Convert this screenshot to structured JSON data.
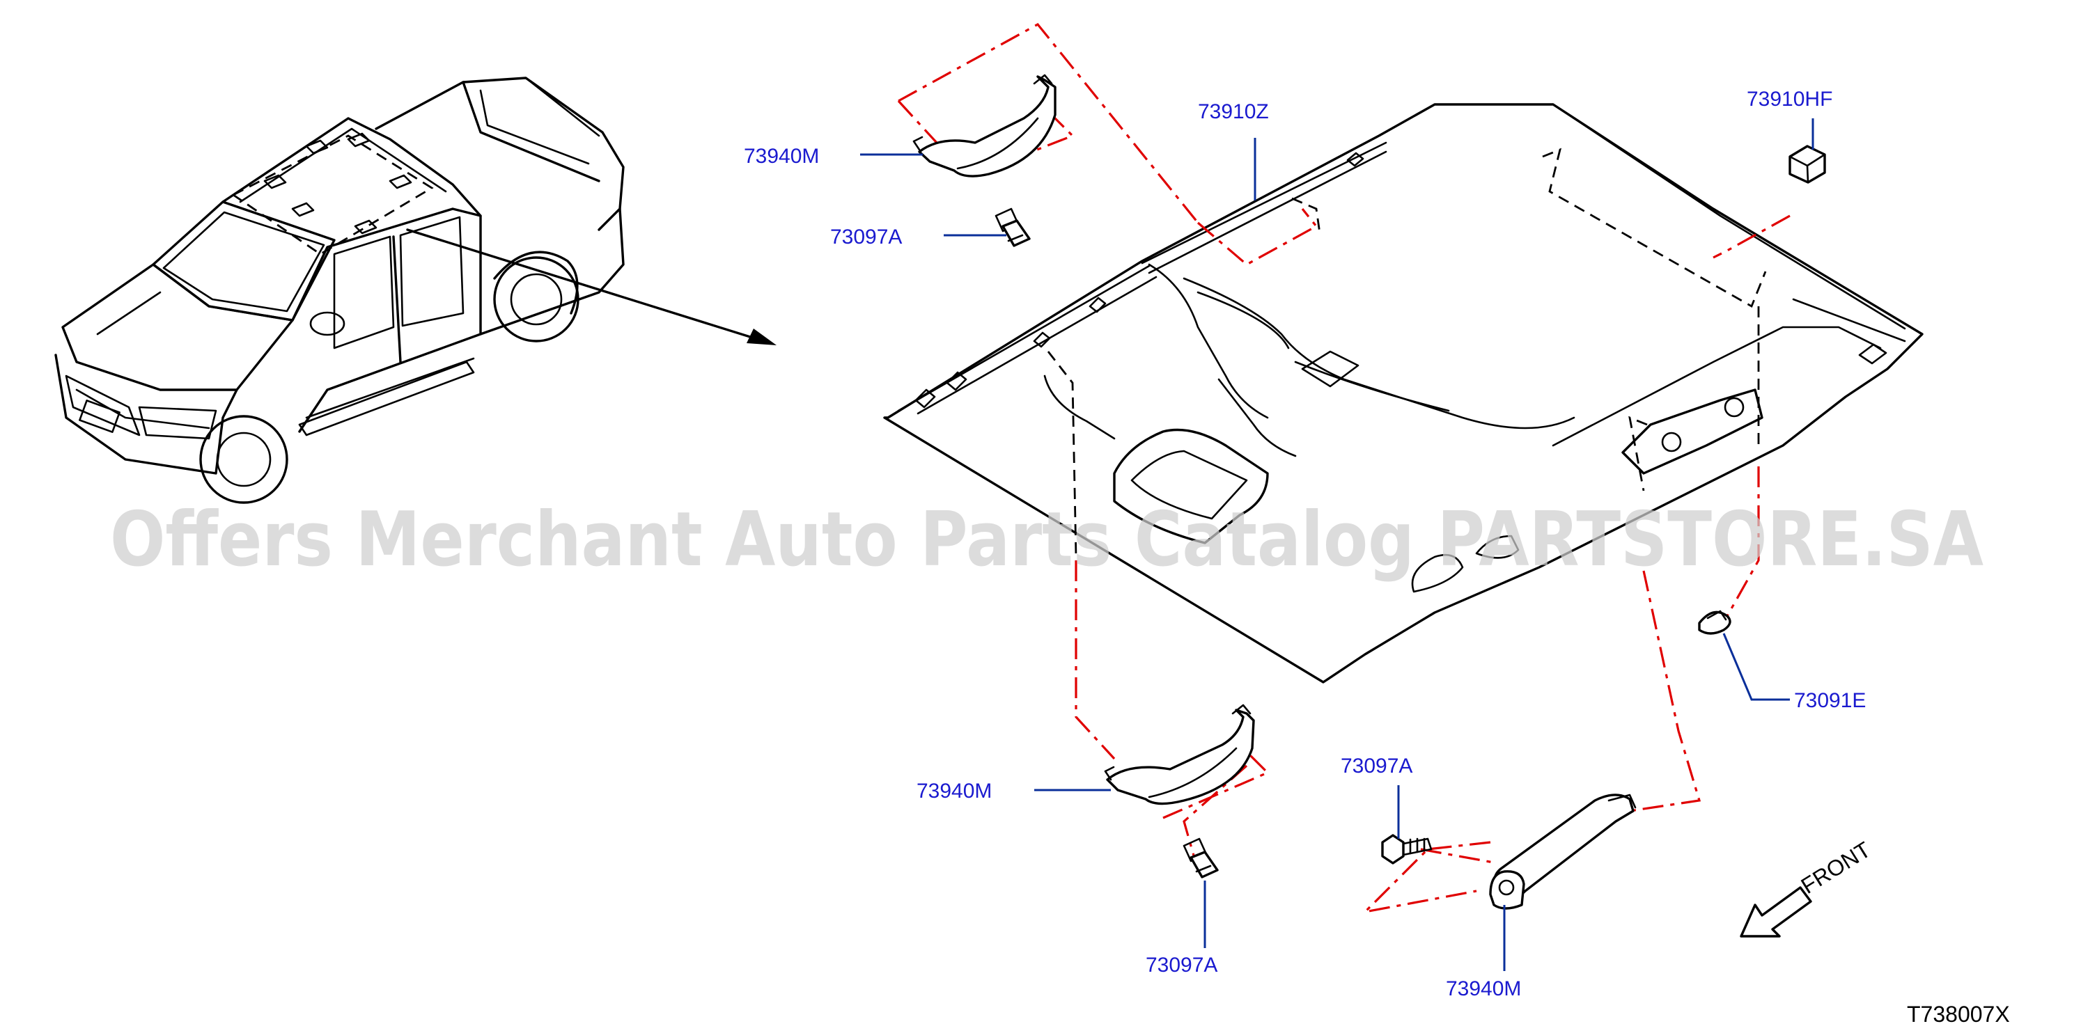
{
  "watermark": "Offers Merchant Auto Parts Catalog PARTSTORE.SA",
  "diagram_ref": "T738007X",
  "direction_label": "FRONT",
  "callouts": {
    "assist_grip_upper": "73940M",
    "screw_upper": "73097A",
    "headlining": "73910Z",
    "clip_hf": "73910HF",
    "clip_e": "73091E",
    "assist_grip_mid": "73940M",
    "screw_mid_right": "73097A",
    "screw_lower": "73097A",
    "assist_grip_rear": "73940M"
  },
  "colors": {
    "label_text": "#1a1acf",
    "leader_line": "#0a2f9a",
    "phantom_line": "#e00000",
    "drawing_ink": "#000000"
  }
}
